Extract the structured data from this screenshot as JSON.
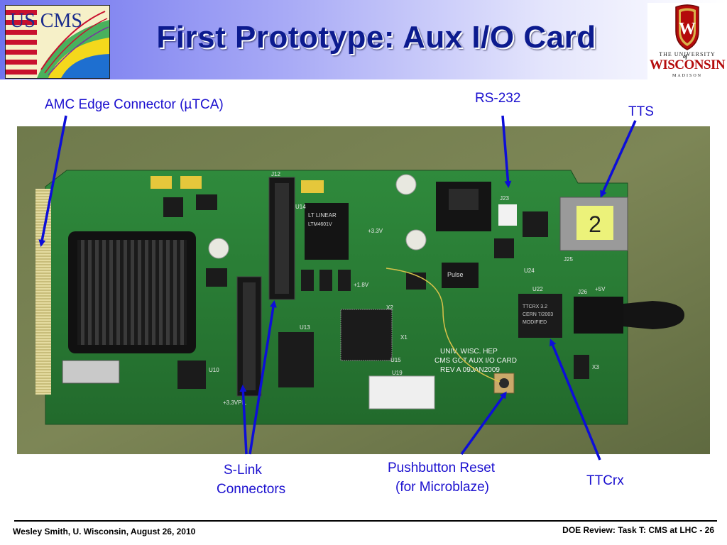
{
  "header": {
    "title": "First Prototype:  Aux I/O Card",
    "left_logo_text": "USCMS",
    "right_logo": {
      "line1": "THE UNIVERSITY",
      "line_of": "of",
      "line2": "WISCONSIN",
      "line3": "MADISON",
      "crest_letter": "W"
    }
  },
  "labels": {
    "amc": "AMC Edge Connector (µTCA)",
    "rs232": "RS-232",
    "tts": "TTS",
    "slink_line1": "S-Link",
    "slink_line2": "Connectors",
    "pushbutton_line1": "Pushbutton Reset",
    "pushbutton_line2": "(for Microblaze)",
    "ttcrx": "TTCrx"
  },
  "board": {
    "silk_line1": "UNIV. WISC. HEP",
    "silk_line2": "CMS GCT AUX I/O CARD",
    "silk_line3": "REV A  09JAN2009",
    "ltc_chip_line1": "LT LINEAR",
    "ltc_chip_line2": "LTM4601V",
    "pulse_chip": "Pulse",
    "ttcrx_chip_line1": "TTCRX 3.2",
    "ttcrx_chip_line2": "CERN 7/2003",
    "ttcrx_chip_line3": "MODIFIED",
    "sticker": "2",
    "silk_j12": "J12",
    "silk_u14": "U14",
    "silk_u15": "U15",
    "silk_u19": "U19",
    "silk_u22": "U22",
    "silk_u24": "U24",
    "silk_u13": "U13",
    "silk_u10": "U10",
    "silk_j26": "J26",
    "silk_j25": "J25",
    "silk_j23": "J23",
    "silk_x3": "X3",
    "silk_x1": "X1",
    "silk_x2": "X2",
    "silk_5v": "+5V",
    "silk_33v": "+3.3V",
    "silk_18v": "+1.8V",
    "silk_pwr": "+3.3VPIL"
  },
  "footer": {
    "left": "Wesley Smith, U. Wisconsin, August 26, 2010",
    "right": "DOE Review: Task T: CMS at LHC -  26"
  },
  "colors": {
    "label_blue": "#1a0fcf",
    "arrow_blue": "#0d0ed8",
    "title_navy": "#0c1b8f",
    "pcb_green": "#2c7a35",
    "uw_red": "#b40b0b"
  }
}
